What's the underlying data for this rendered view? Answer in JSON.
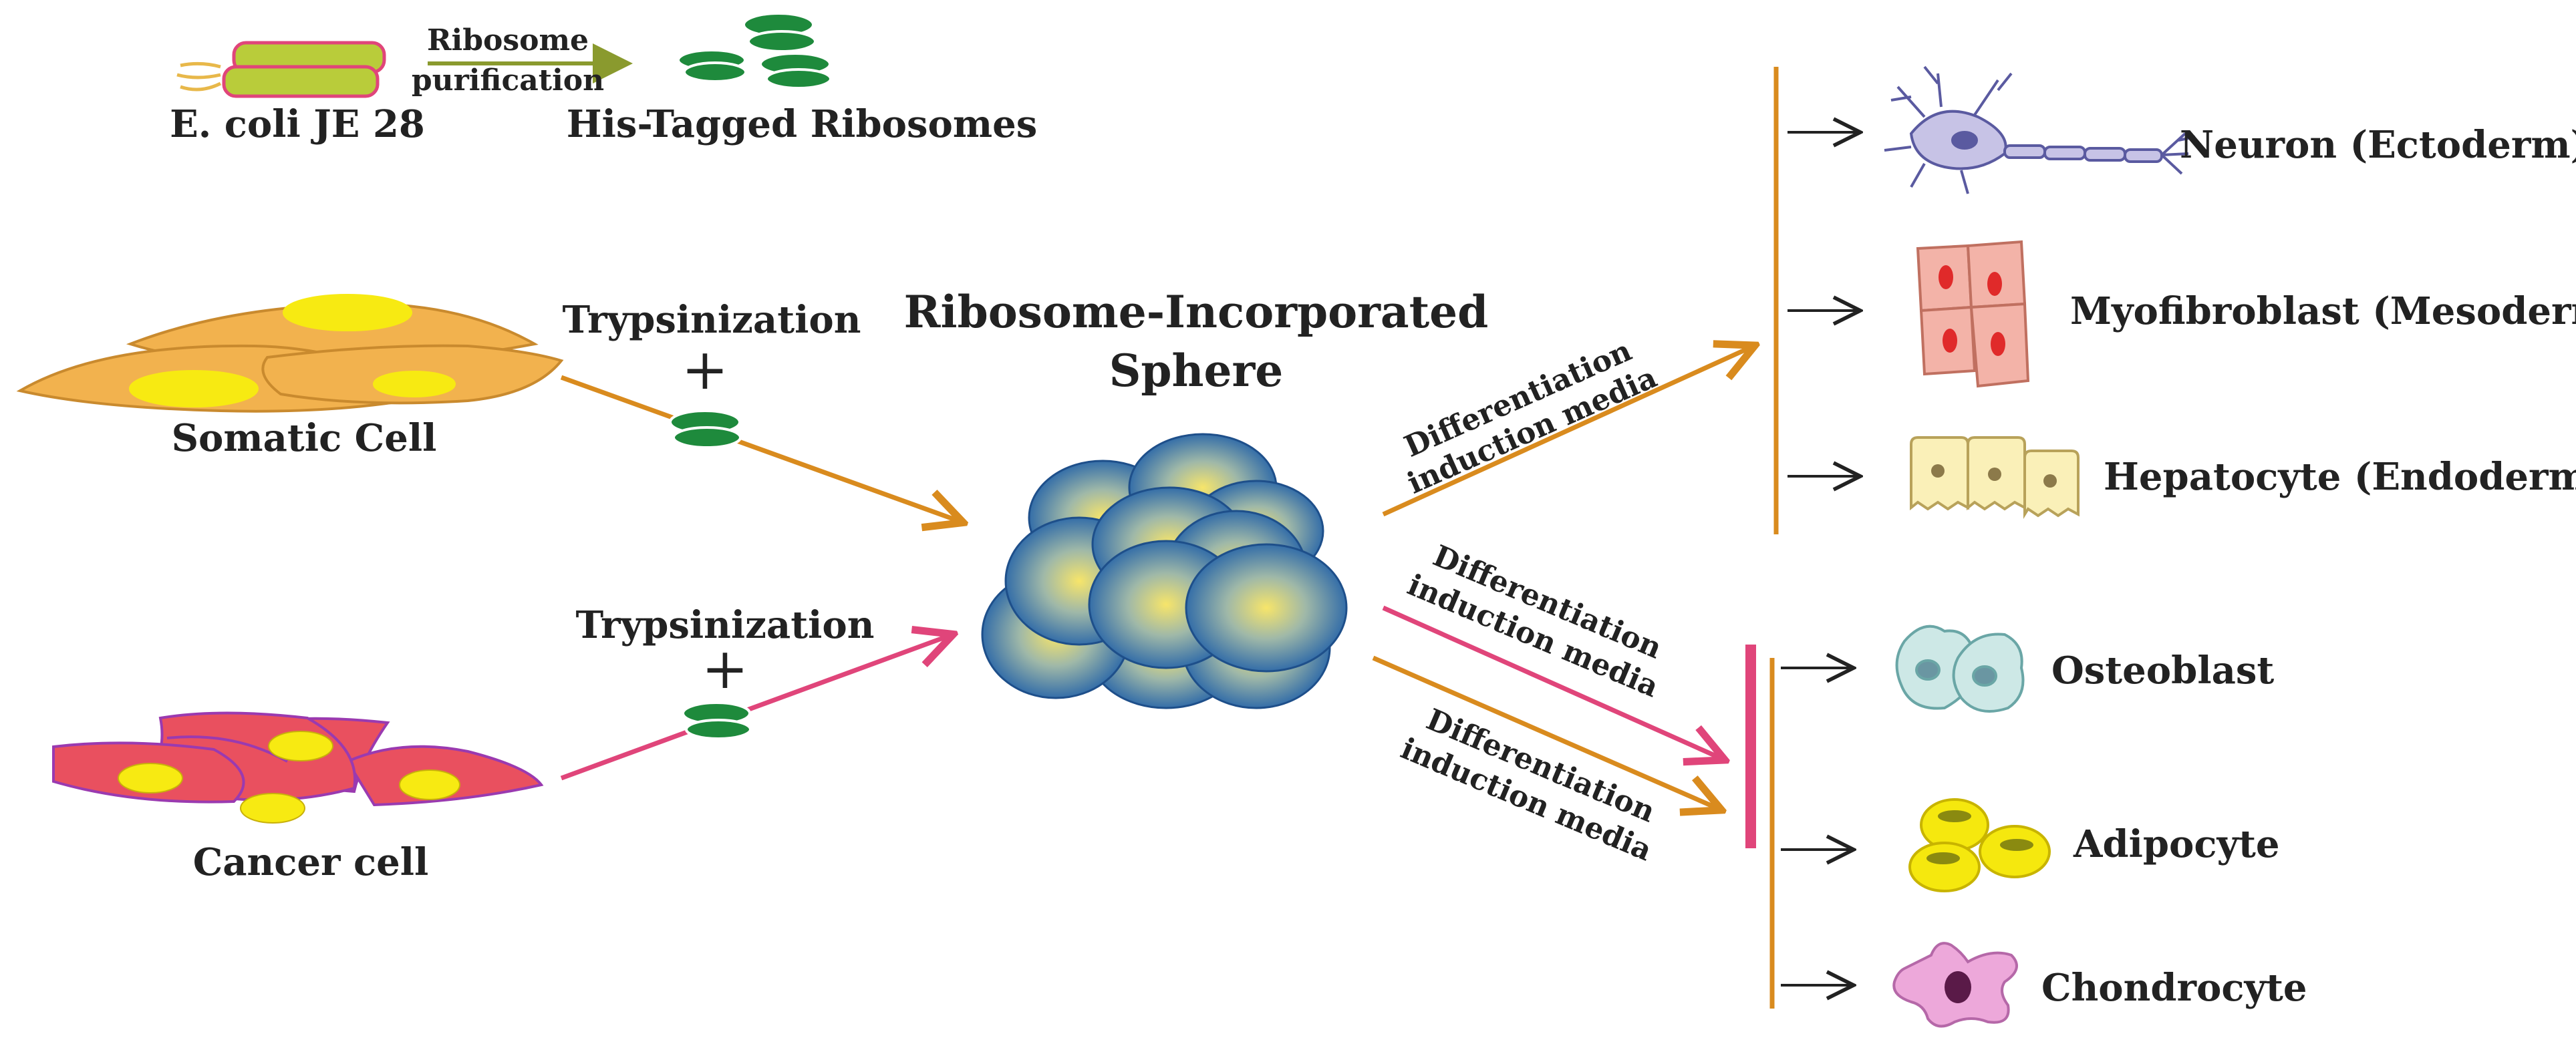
{
  "top": {
    "source_label": "E. coli JE 28",
    "step_label_line1": "Ribosome",
    "step_label_line2": "purification",
    "product_label": "His-Tagged Ribosomes"
  },
  "inputs": {
    "somatic_label": "Somatic Cell",
    "cancer_label": "Cancer cell",
    "trypsin_somatic": "Trypsinization",
    "trypsin_cancer": "Trypsinization",
    "plus": "+"
  },
  "sphere": {
    "title_line1": "Ribosome-Incorporated",
    "title_line2": "Sphere"
  },
  "media": {
    "line1": "Differentiation",
    "line2": "induction media"
  },
  "outcomes": {
    "neuron": "Neuron (Ectoderm)",
    "myofibroblast": "Myofibroblast (Mesoderm)",
    "hepatocyte": "Hepatocyte (Endoderm)",
    "osteoblast": "Osteoblast",
    "adipocyte": "Adipocyte",
    "chondrocyte": "Chondrocyte"
  },
  "colors": {
    "orange_arrow": "#D98B1E",
    "pink_arrow": "#E0457A",
    "ribosome_green": "#1E8A3C",
    "somatic_fill": "#F2B24E",
    "cancer_fill": "#E9505F",
    "nucleus_yellow": "#F7EA12",
    "sphere_blue": "#1F5FA8",
    "sphere_yellow": "#F4E27A"
  }
}
